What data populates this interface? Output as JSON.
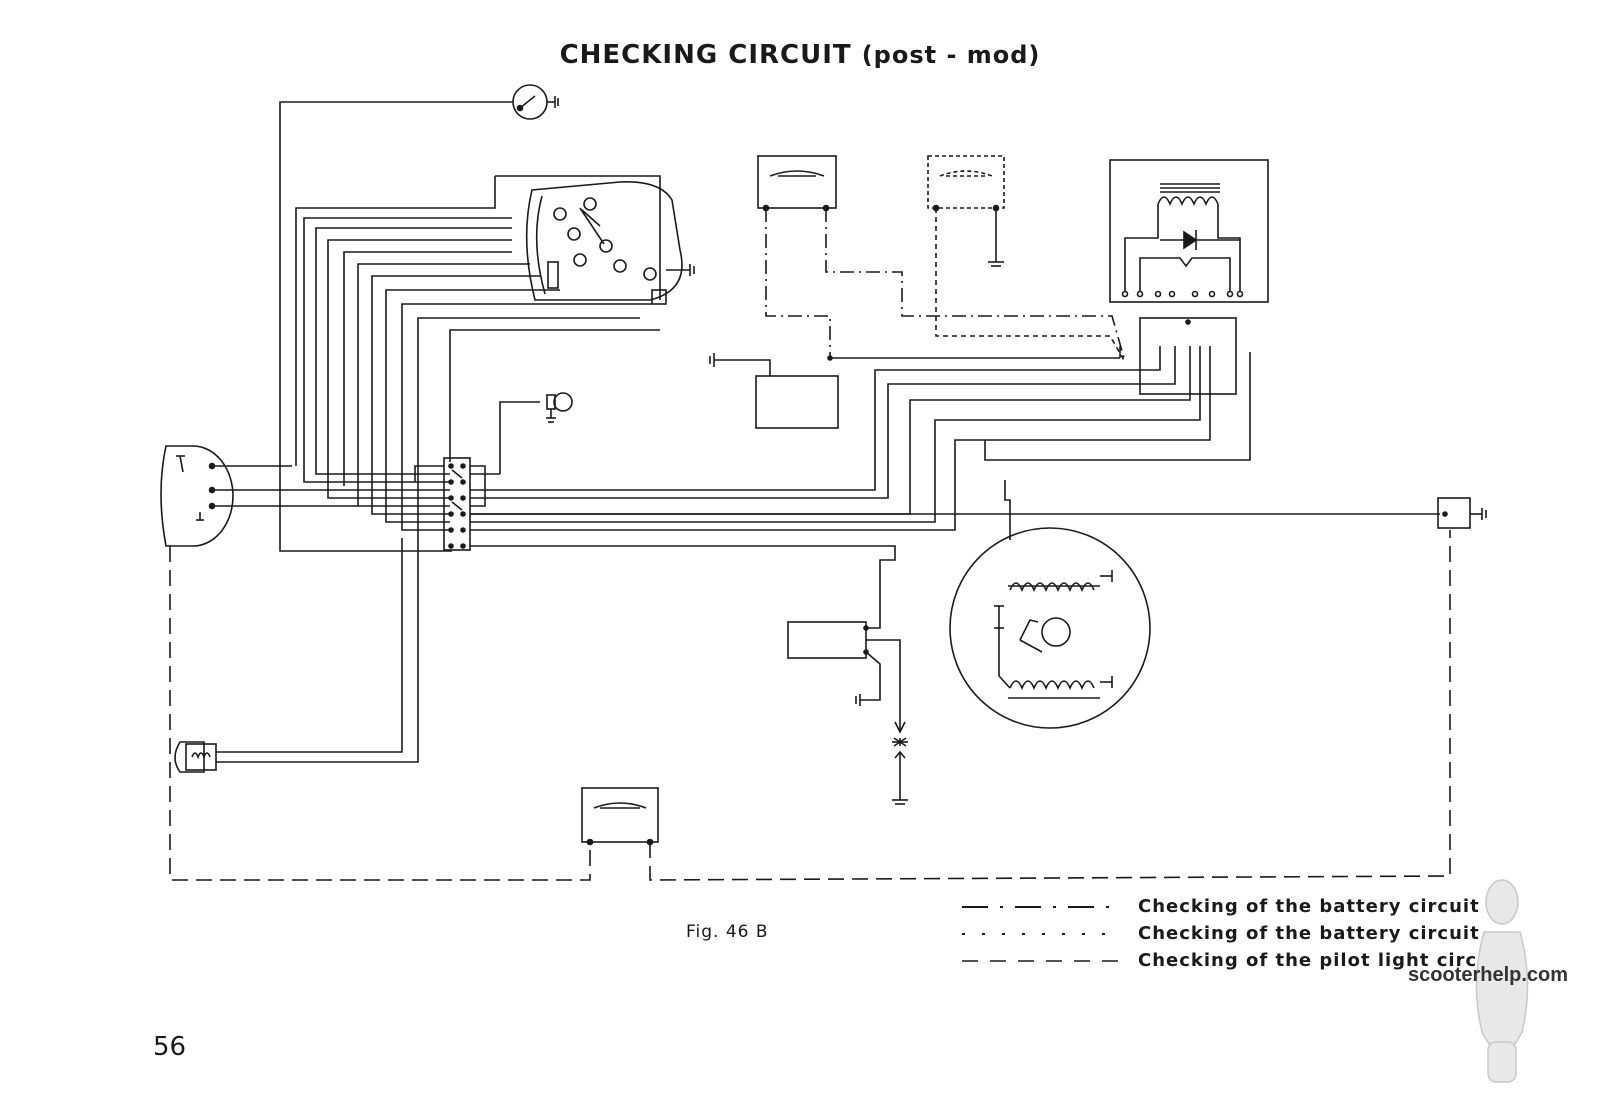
{
  "page": {
    "title": "CHECKING CIRCUIT",
    "title_suffix": "(post - mod)",
    "figure_caption": "Fig. 46 B",
    "page_number": "56",
    "watermark": "scooterhelp.com"
  },
  "legend": [
    {
      "line_style": "dash-dot",
      "label": "Checking of the battery circuit"
    },
    {
      "line_style": "dotted",
      "label": "Checking of the battery circuit"
    },
    {
      "line_style": "long-dash",
      "label": "Checking of the pilot light circuit"
    }
  ],
  "colors": {
    "ink": "#1a1a1a",
    "paper": "#ffffff"
  }
}
